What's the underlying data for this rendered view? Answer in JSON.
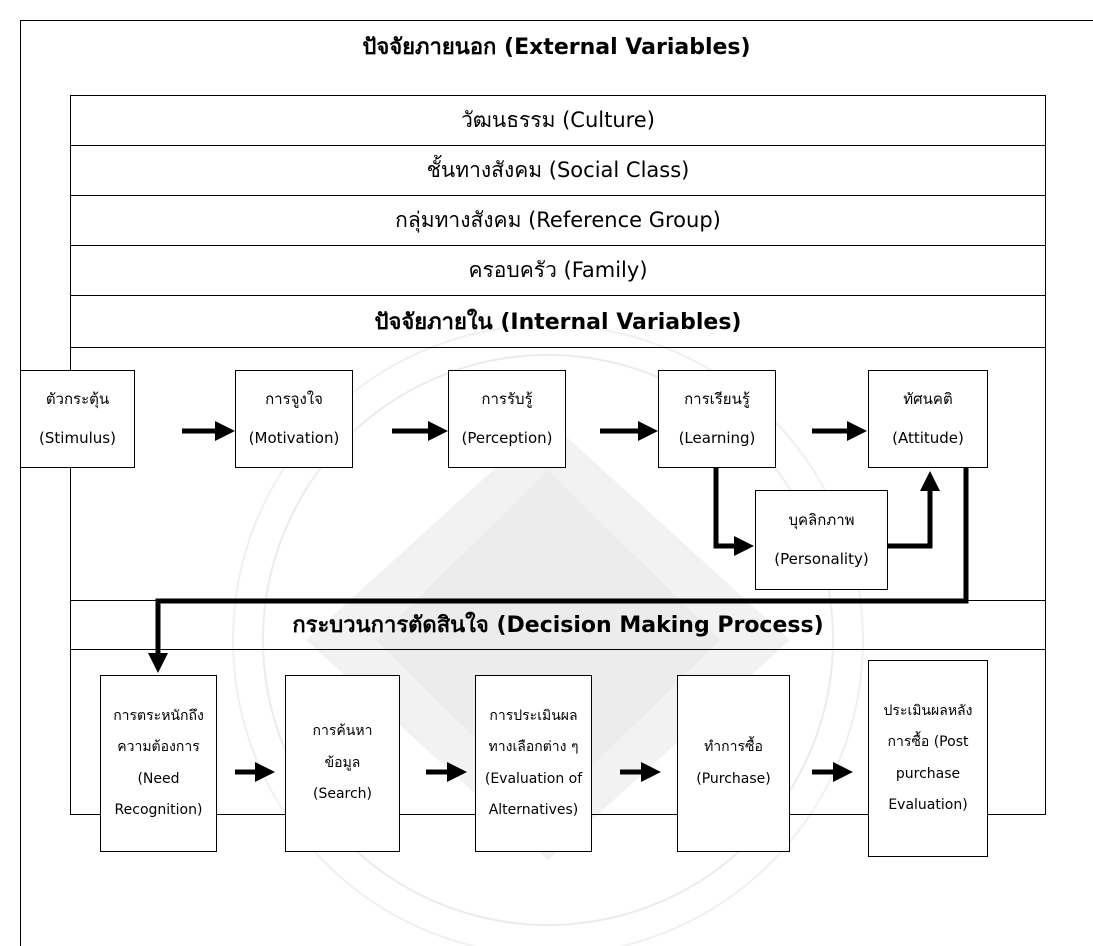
{
  "external_title": "ปัจจัยภายนอก (External Variables)",
  "external_rows": [
    "วัฒนธรรม (Culture)",
    "ชั้นทางสังคม (Social Class)",
    "กลุ่มทางสังคม (Reference Group)",
    "ครอบครัว (Family)"
  ],
  "internal_title": "ปัจจัยภายใน (Internal Variables)",
  "internal_boxes": {
    "stimulus": [
      "ตัวกระตุ้น",
      "(Stimulus)"
    ],
    "motivation": [
      "การจูงใจ",
      "(Motivation)"
    ],
    "perception": [
      "การรับรู้",
      "(Perception)"
    ],
    "learning": [
      "การเรียนรู้",
      "(Learning)"
    ],
    "attitude": [
      "ทัศนคติ",
      "(Attitude)"
    ],
    "personality": [
      "บุคลิกภาพ",
      "(Personality)"
    ]
  },
  "decision_title": "กระบวนการตัดสินใจ (Decision Making Process)",
  "decision_boxes": {
    "need": [
      "การตระหนักถึง",
      "ความต้องการ",
      "(Need",
      "Recognition)"
    ],
    "search": [
      "การค้นหา",
      "ข้อมูล",
      "(Search)"
    ],
    "evaluation": [
      "การประเมินผล",
      "ทางเลือกต่าง ๆ",
      "(Evaluation of",
      "Alternatives)"
    ],
    "purchase": [
      "ทำการซื้อ",
      "(Purchase)"
    ],
    "post": [
      "ประเมินผลหลัง",
      "การซื้อ (Post",
      "purchase",
      "Evaluation)"
    ]
  },
  "colors": {
    "line": "#000000",
    "watermark": "#ededed"
  }
}
